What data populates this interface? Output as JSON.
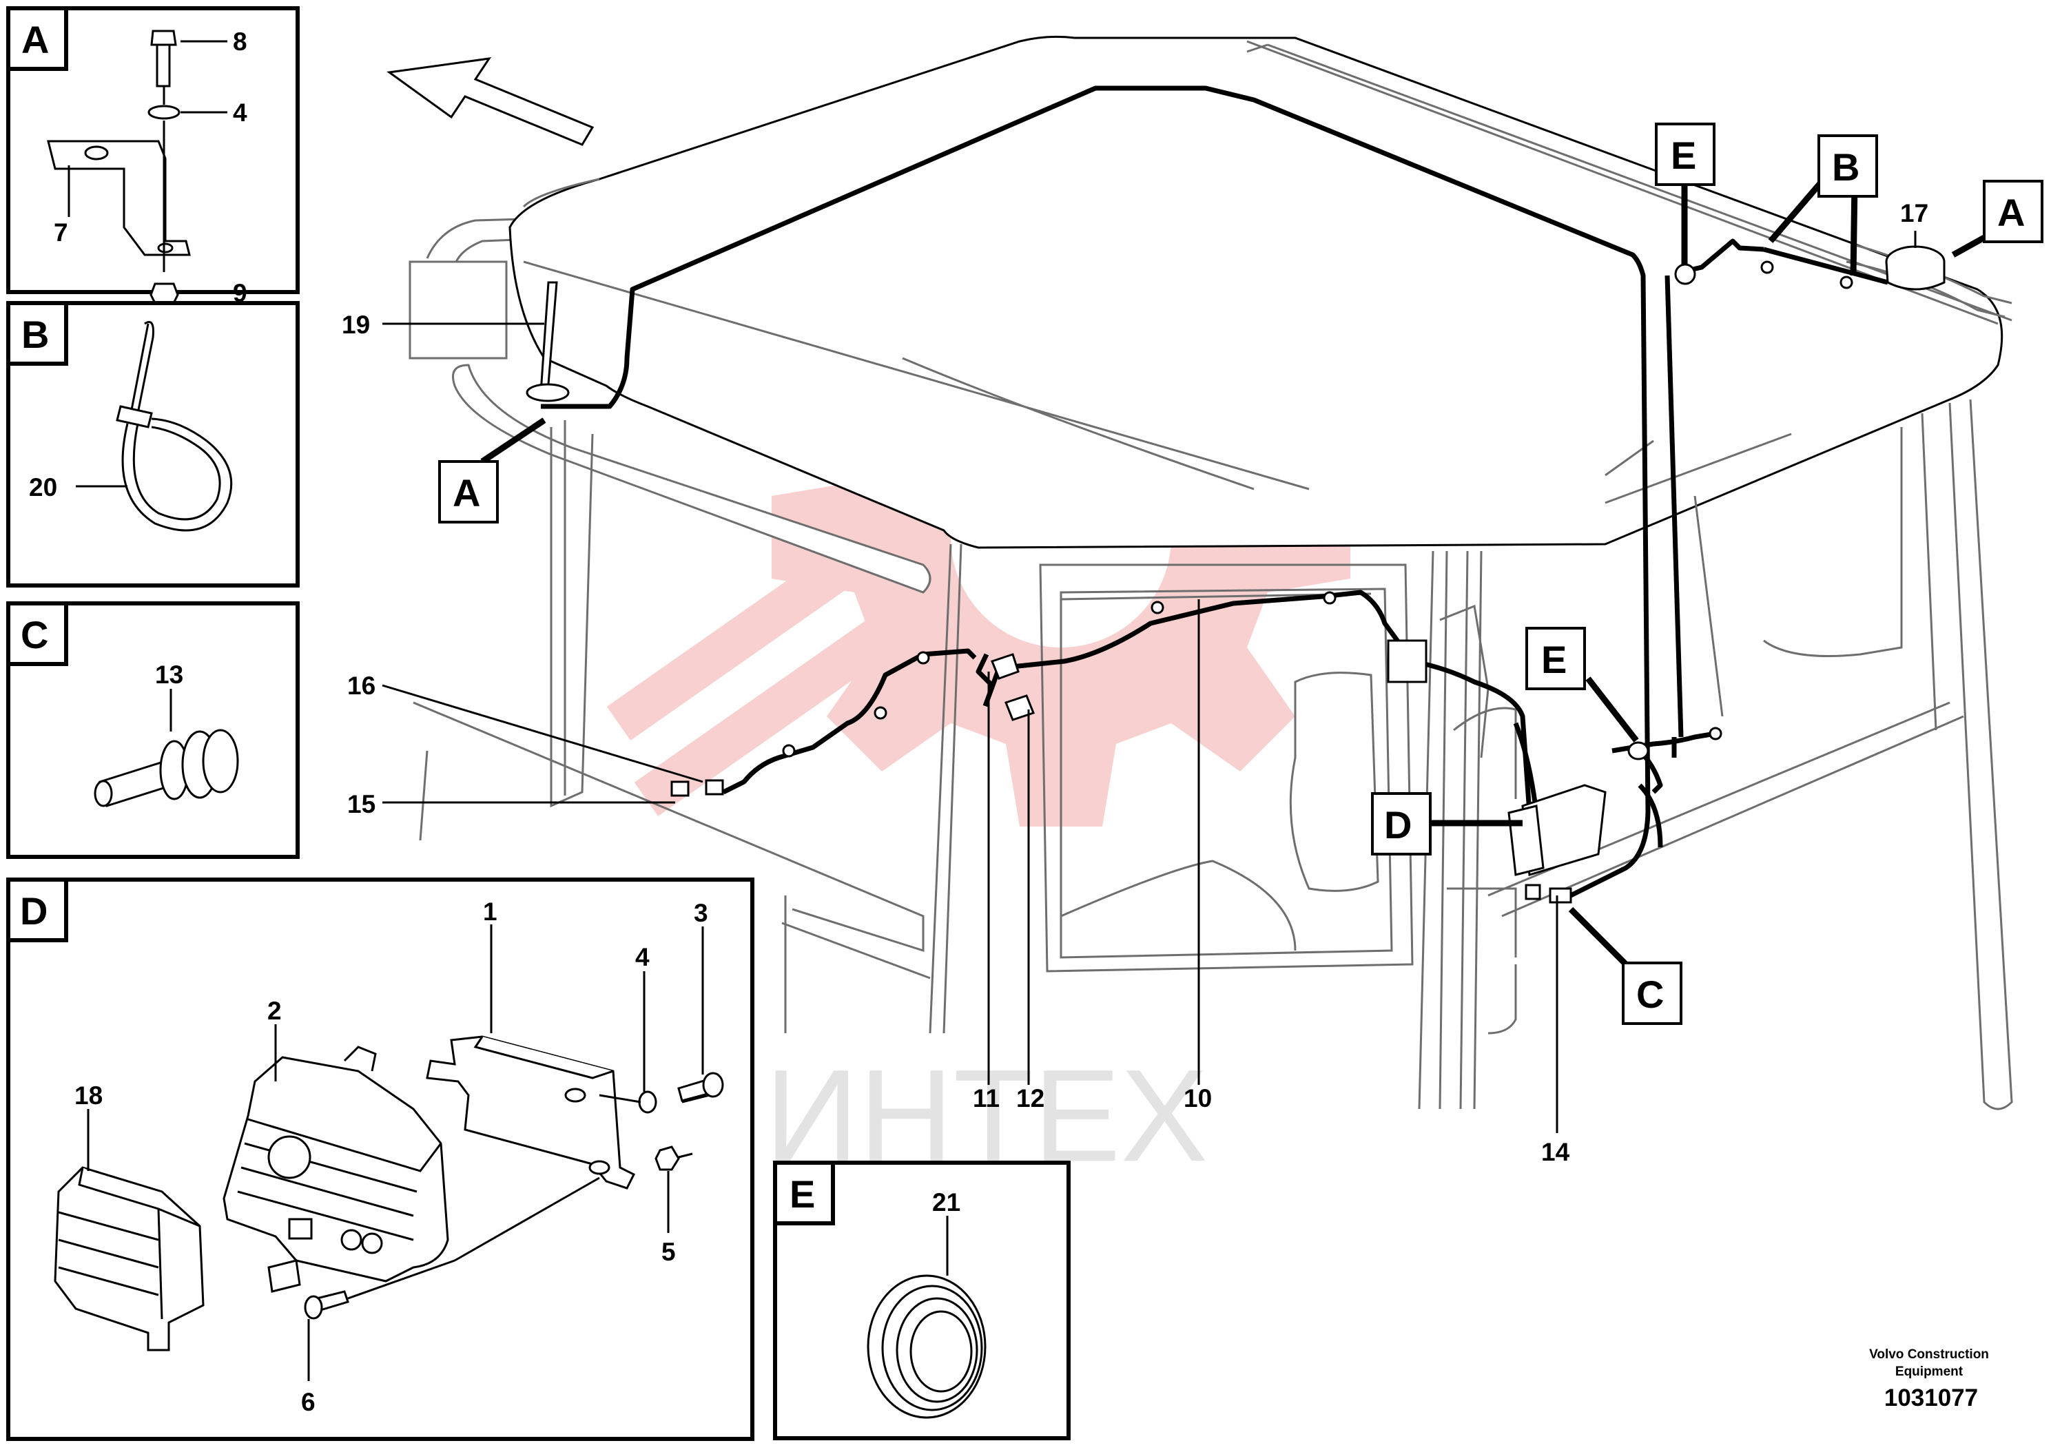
{
  "watermark": {
    "text": "ИНТЕХ",
    "gear_color": "#f8c8c8",
    "text_color": "#e3e3e3"
  },
  "colors": {
    "line": "#000000",
    "outline": "#6e6e6e",
    "cab_fill": "#ffffff"
  },
  "detail_views": {
    "A": {
      "letter": "A",
      "callouts": [
        "8",
        "4",
        "7",
        "9"
      ]
    },
    "B": {
      "letter": "B",
      "callouts": [
        "20"
      ]
    },
    "C": {
      "letter": "C",
      "callouts": [
        "13"
      ]
    },
    "D": {
      "letter": "D",
      "callouts": [
        "1",
        "3",
        "4",
        "2",
        "18",
        "5",
        "6"
      ]
    },
    "E": {
      "letter": "E",
      "callouts": [
        "21"
      ]
    }
  },
  "main_view": {
    "view_markers": [
      "A",
      "A",
      "B",
      "E",
      "E",
      "D",
      "C"
    ],
    "callouts": [
      "19",
      "16",
      "15",
      "11",
      "12",
      "10",
      "14",
      "17"
    ],
    "direction_arrow": "forward-arrow-icon"
  },
  "footer": {
    "credit_line1": "Volvo Construction",
    "credit_line2": "Equipment",
    "doc_number": "1031077"
  }
}
